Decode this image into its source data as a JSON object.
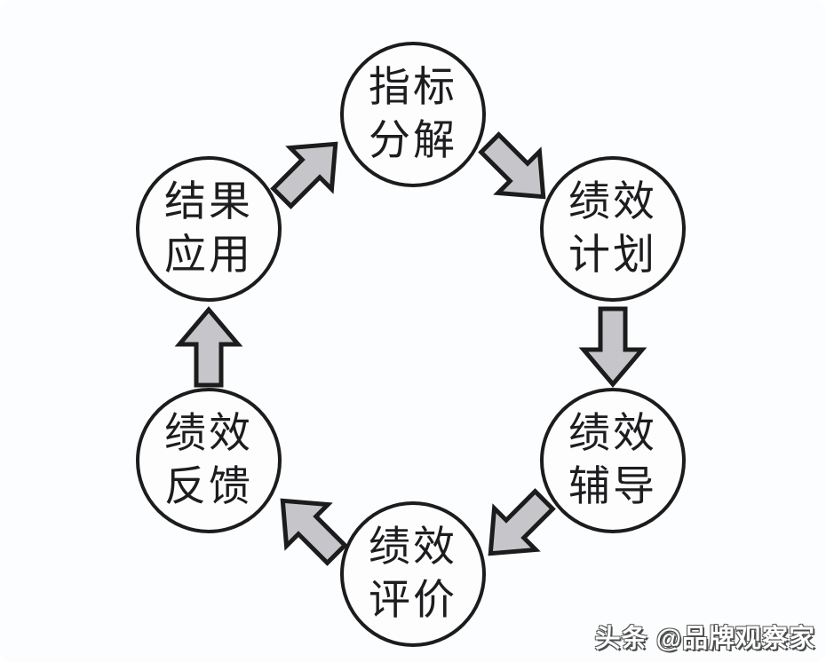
{
  "diagram": {
    "title_implicit": "performance-management-cycle",
    "direction": "clockwise",
    "nodes": [
      {
        "id": "indicator-decomposition",
        "position": "top",
        "lines": [
          "指标",
          "分解"
        ]
      },
      {
        "id": "performance-planning",
        "position": "top-right",
        "lines": [
          "绩效",
          "计划"
        ]
      },
      {
        "id": "performance-coaching",
        "position": "bottom-right",
        "lines": [
          "绩效",
          "辅导"
        ]
      },
      {
        "id": "performance-evaluation",
        "position": "bottom",
        "lines": [
          "绩效",
          "评价"
        ]
      },
      {
        "id": "performance-feedback",
        "position": "bottom-left",
        "lines": [
          "绩效",
          "反馈"
        ]
      },
      {
        "id": "result-application",
        "position": "top-left",
        "lines": [
          "结果",
          "应用"
        ]
      }
    ],
    "arrows": [
      {
        "from": "indicator-decomposition",
        "to": "performance-planning",
        "direction": "down-right"
      },
      {
        "from": "performance-planning",
        "to": "performance-coaching",
        "direction": "down"
      },
      {
        "from": "performance-coaching",
        "to": "performance-evaluation",
        "direction": "down-left"
      },
      {
        "from": "performance-evaluation",
        "to": "performance-feedback",
        "direction": "up-left"
      },
      {
        "from": "performance-feedback",
        "to": "result-application",
        "direction": "up"
      },
      {
        "from": "result-application",
        "to": "indicator-decomposition",
        "direction": "up-right"
      }
    ],
    "colors": {
      "arrow_fill": "#c6c6ca",
      "arrow_stroke": "#1c1c1c",
      "circle_stroke": "#1c1c1c",
      "text": "#1d1d1f",
      "background": "#fbfdfe"
    }
  },
  "watermark": {
    "text": "头条 @品牌观察家"
  }
}
